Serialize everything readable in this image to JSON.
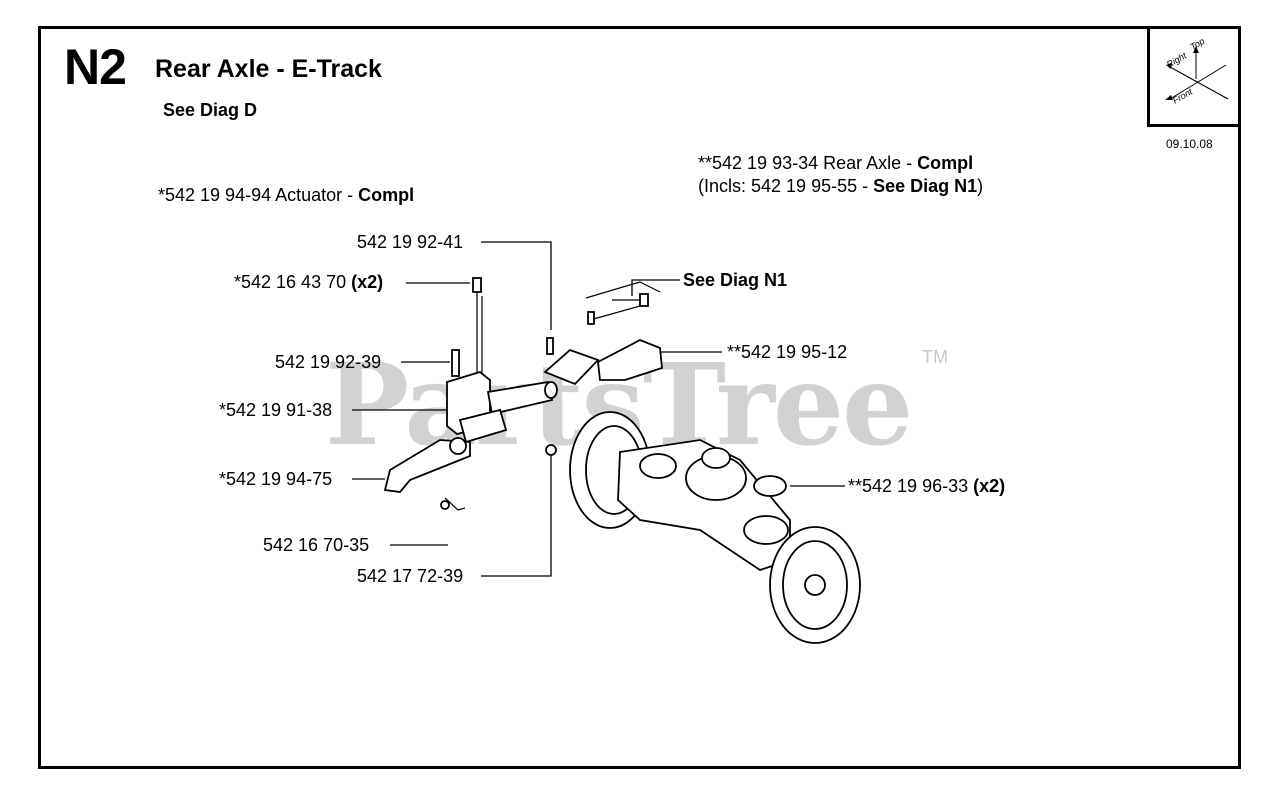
{
  "header": {
    "section_id": "N2",
    "title": "Rear Axle - E-Track",
    "subtitle": "See Diag D",
    "date": "09.10.08"
  },
  "orientation": {
    "top": "Top",
    "right": "Right",
    "front": "Front"
  },
  "watermark": {
    "text": "PartsTree",
    "tm": "TM"
  },
  "callouts": {
    "actuator": {
      "text": "*542 19 94-94 Actuator - ",
      "bold": "Compl"
    },
    "rear_axle_line1": {
      "text": "**542 19 93-34 Rear Axle - ",
      "bold": "Compl"
    },
    "rear_axle_line2": {
      "text": "(Incls: 542 19 95-55 - ",
      "bold": "See Diag N1",
      "suffix": ")"
    },
    "p_92_41": {
      "text": "542 19 92-41"
    },
    "p_16_43_70": {
      "text": "*542 16 43 70 ",
      "bold": "(x2)"
    },
    "see_diag_n1": {
      "bold": "See Diag N1"
    },
    "p_92_39": {
      "text": "542 19 92-39"
    },
    "p_95_12": {
      "text": "**542 19 95-12"
    },
    "p_91_38": {
      "text": "*542 19 91-38"
    },
    "p_94_75": {
      "text": "*542 19 94-75"
    },
    "p_96_33": {
      "text": "**542 19 96-33 ",
      "bold": "(x2)"
    },
    "p_70_35": {
      "text": "542 16 70-35"
    },
    "p_72_39": {
      "text": "542 17 72-39"
    }
  }
}
